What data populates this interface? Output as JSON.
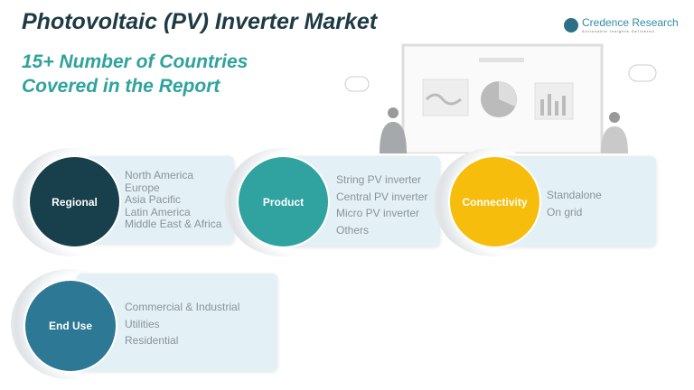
{
  "header": {
    "title": "Photovoltaic (PV) Inverter Market",
    "subtitle_line1": "15+ Number of Countries",
    "subtitle_line2": "Covered in the Report"
  },
  "logo": {
    "name": "Credence Research",
    "tagline": "Actionable Insights Delivered"
  },
  "segments": [
    {
      "label": "Regional",
      "color": "#173f4c",
      "items": [
        "North America",
        "Europe",
        "Asia Pacific",
        "Latin America",
        "Middle East & Africa"
      ]
    },
    {
      "label": "Product",
      "color": "#30a3a1",
      "items": [
        "String PV inverter",
        "Central PV inverter",
        "Micro PV inverter",
        "Others"
      ]
    },
    {
      "label": "Connectivity",
      "color": "#f7bd0c",
      "items": [
        "Standalone",
        "On grid"
      ]
    },
    {
      "label": "End Use",
      "color": "#2d7895",
      "items": [
        "Commercial & Industrial",
        "Utilities",
        "Residential"
      ]
    }
  ]
}
